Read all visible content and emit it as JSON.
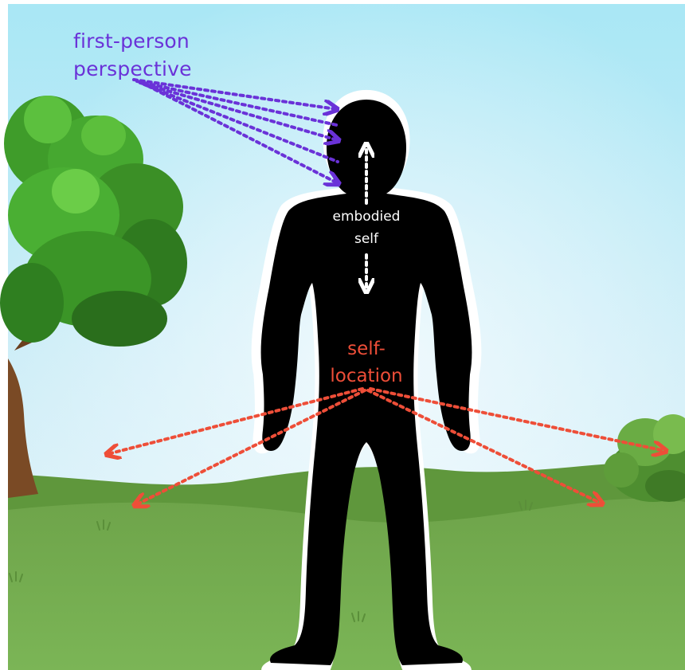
{
  "labels": {
    "first_person_perspective": [
      "first-person",
      "perspective"
    ],
    "embodied_self": [
      "embodied",
      "self"
    ],
    "self_location": [
      "self-",
      "location"
    ]
  },
  "colors": {
    "first_person_perspective": "#6a32d8",
    "embodied_self": "#ffffff",
    "self_location": "#ee4e38",
    "silhouette": "#000000",
    "sky": "#bfe9f7",
    "grass": "#78ae52",
    "tree_foliage": "#3f9c2a",
    "tree_trunk": "#7a4a25",
    "bush": "#5e9d3a"
  },
  "icons": {
    "person": "person-silhouette-icon",
    "tree": "tree-icon",
    "bush": "bush-icon"
  }
}
